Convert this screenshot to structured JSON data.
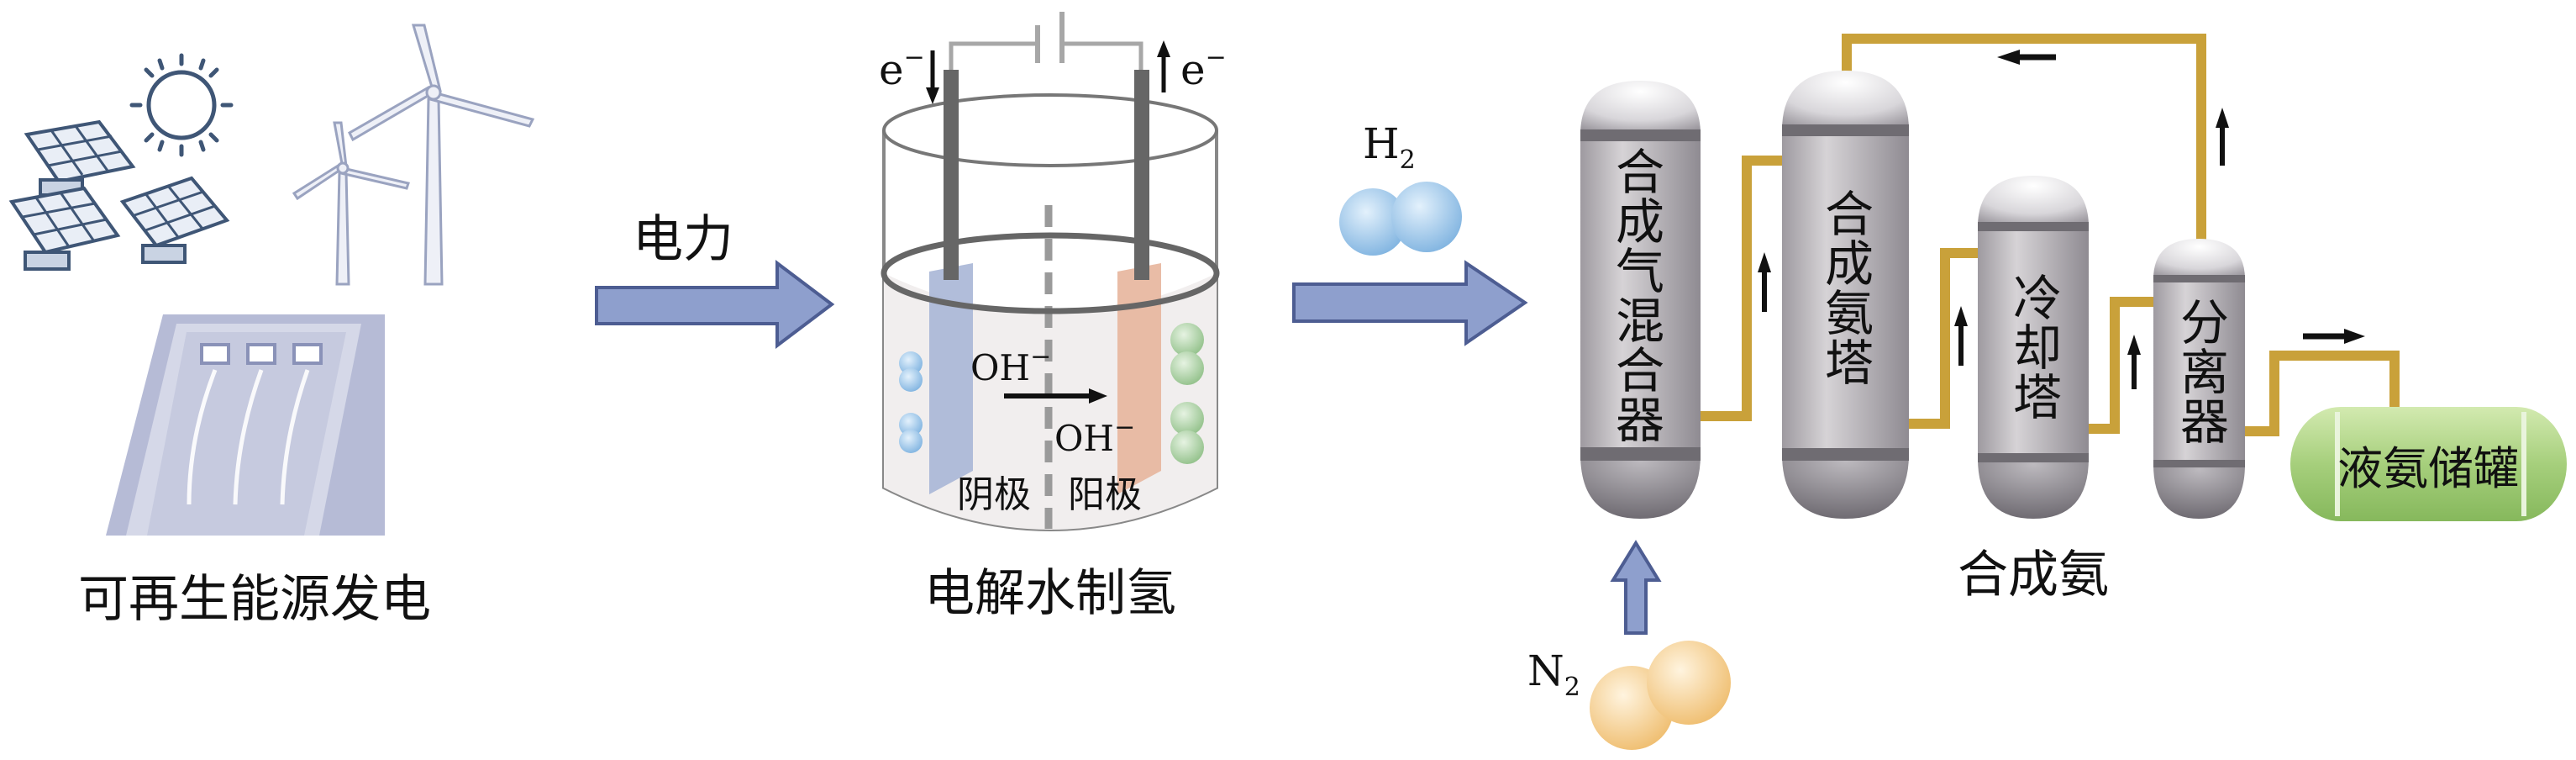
{
  "sections": {
    "renewable": {
      "label": "可再生能源发电"
    },
    "power_arrow": {
      "label": "电力"
    },
    "electrolysis": {
      "label": "电解水制氢",
      "electron_left": "e",
      "electron_right": "e",
      "electron_sup": "−",
      "ion_top": "OH",
      "ion_bottom": "OH",
      "ion_sup": "−",
      "cathode": "阴极",
      "anode": "阳极"
    },
    "hydrogen": {
      "symbol": "H",
      "subscript": "2"
    },
    "nitrogen": {
      "symbol": "N",
      "subscript": "2"
    },
    "ammonia": {
      "label": "合成氨",
      "units": [
        {
          "name": "合成气混合器",
          "chars": [
            "合",
            "成",
            "气",
            "混",
            "合",
            "器"
          ]
        },
        {
          "name": "合成氨塔",
          "chars": [
            "合",
            "成",
            "氨",
            "塔"
          ]
        },
        {
          "name": "冷却塔",
          "chars": [
            "冷",
            "却",
            "塔"
          ]
        },
        {
          "name": "分离器",
          "chars": [
            "分",
            "离",
            "器"
          ]
        }
      ],
      "tank": "液氨储罐"
    }
  },
  "colors": {
    "arrow_fill": "#8e9fcd",
    "arrow_stroke": "#4d5d92",
    "pipe": "#c9a13a",
    "column": "#c9c6ca",
    "tank": "#a9d27f",
    "h2": "#9fcbee",
    "n2": "#f4cf92"
  }
}
